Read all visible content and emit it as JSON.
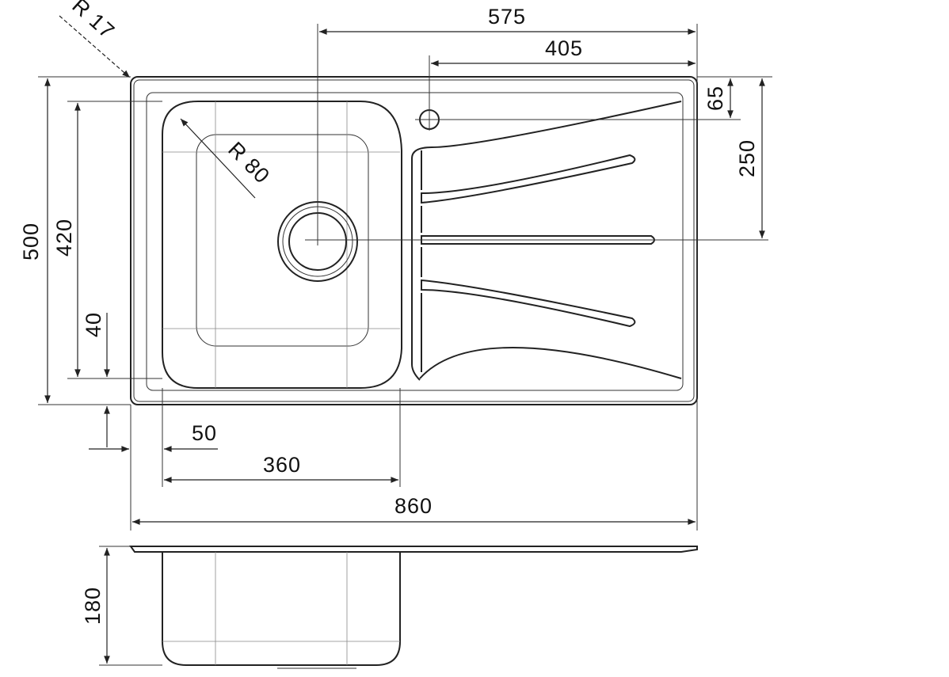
{
  "title": "Kitchen sink technical drawing",
  "colors": {
    "line": "#222222",
    "background": "#ffffff"
  },
  "dimensions": {
    "overall_width": "860",
    "overall_depth": "500",
    "tap_offset_from_center": "575",
    "tap_offset_drainer": "405",
    "tap_from_edge": "65",
    "drain_from_edge": "250",
    "bowl_depth_inner": "420",
    "bowl_edge_offset_y": "40",
    "bowl_edge_offset_x": "50",
    "bowl_width": "360",
    "bowl_height": "180",
    "corner_radius_outer": "R 17",
    "corner_radius_bowl": "R 80"
  }
}
